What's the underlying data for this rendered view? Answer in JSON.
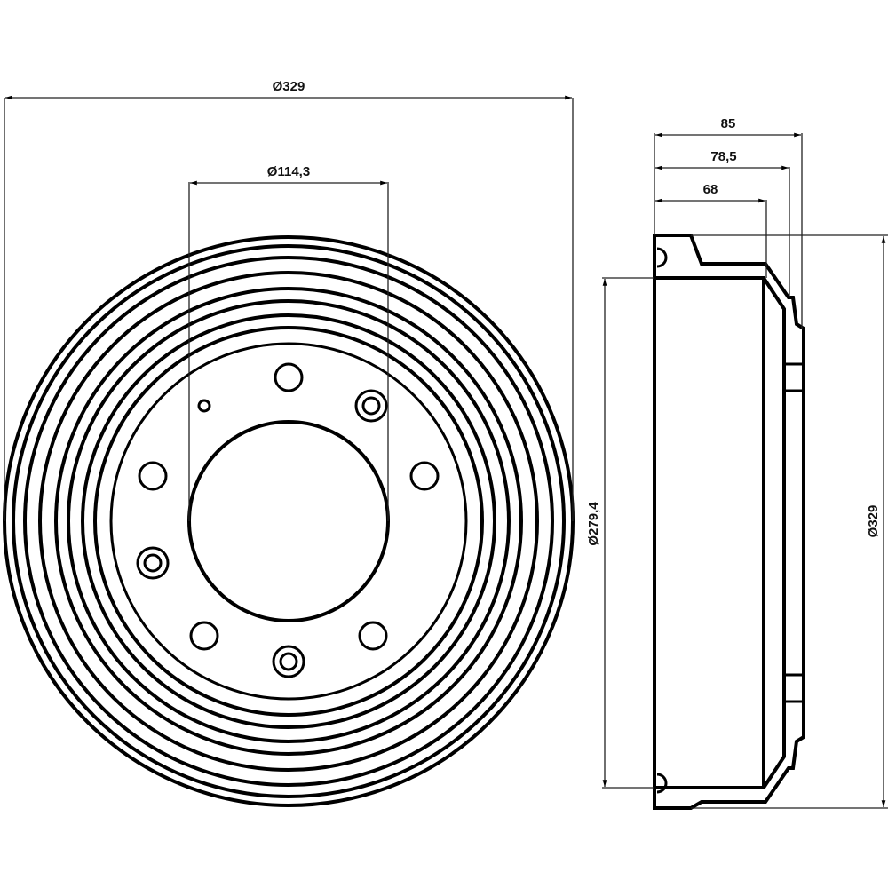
{
  "drawing": {
    "title": "brake drum technical drawing",
    "front_view": {
      "outer_diameter_label": "Ø329",
      "bolt_circle_label": "Ø114,3"
    },
    "side_view": {
      "total_width_label": "85",
      "mid_width_label": "78,5",
      "inner_depth_label": "68",
      "inner_diameter_label": "Ø279,4",
      "outer_diameter_label": "Ø329"
    }
  }
}
